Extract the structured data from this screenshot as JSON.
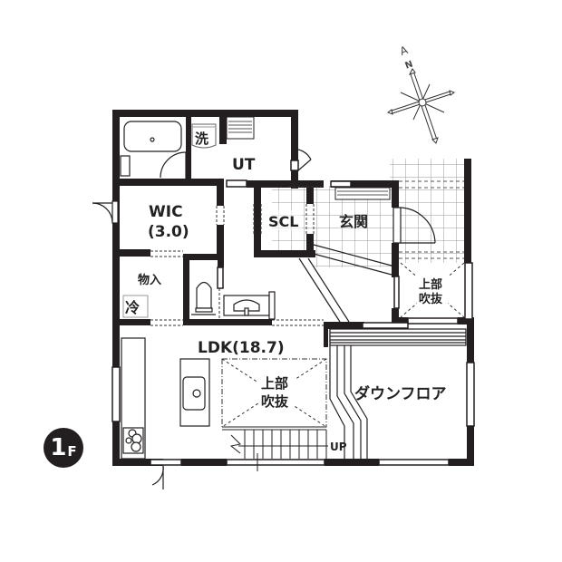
{
  "floor_plan": {
    "floor_badge": {
      "number": "1",
      "unit": "F"
    },
    "compass": {
      "north_label": "N",
      "arrow_label": "A"
    },
    "rooms": {
      "ut": {
        "label": "UT"
      },
      "washer": {
        "label": "洗"
      },
      "wic": {
        "label": "WIC",
        "size": "(3.0)"
      },
      "storage": {
        "label": "物入"
      },
      "fridge": {
        "label": "冷"
      },
      "scl": {
        "label": "SCL"
      },
      "entrance": {
        "label": "玄関"
      },
      "void_upper_right": {
        "line1": "上部",
        "line2": "吹抜"
      },
      "ldk": {
        "label": "LDK(18.7)"
      },
      "void_center": {
        "line1": "上部",
        "line2": "吹抜"
      },
      "down_floor": {
        "label": "ダウンフロア"
      },
      "stairs": {
        "label": "UP"
      }
    },
    "colors": {
      "wall": "#231f20",
      "line": "#333333",
      "tile": "#9a9a9a",
      "background": "#ffffff"
    }
  }
}
